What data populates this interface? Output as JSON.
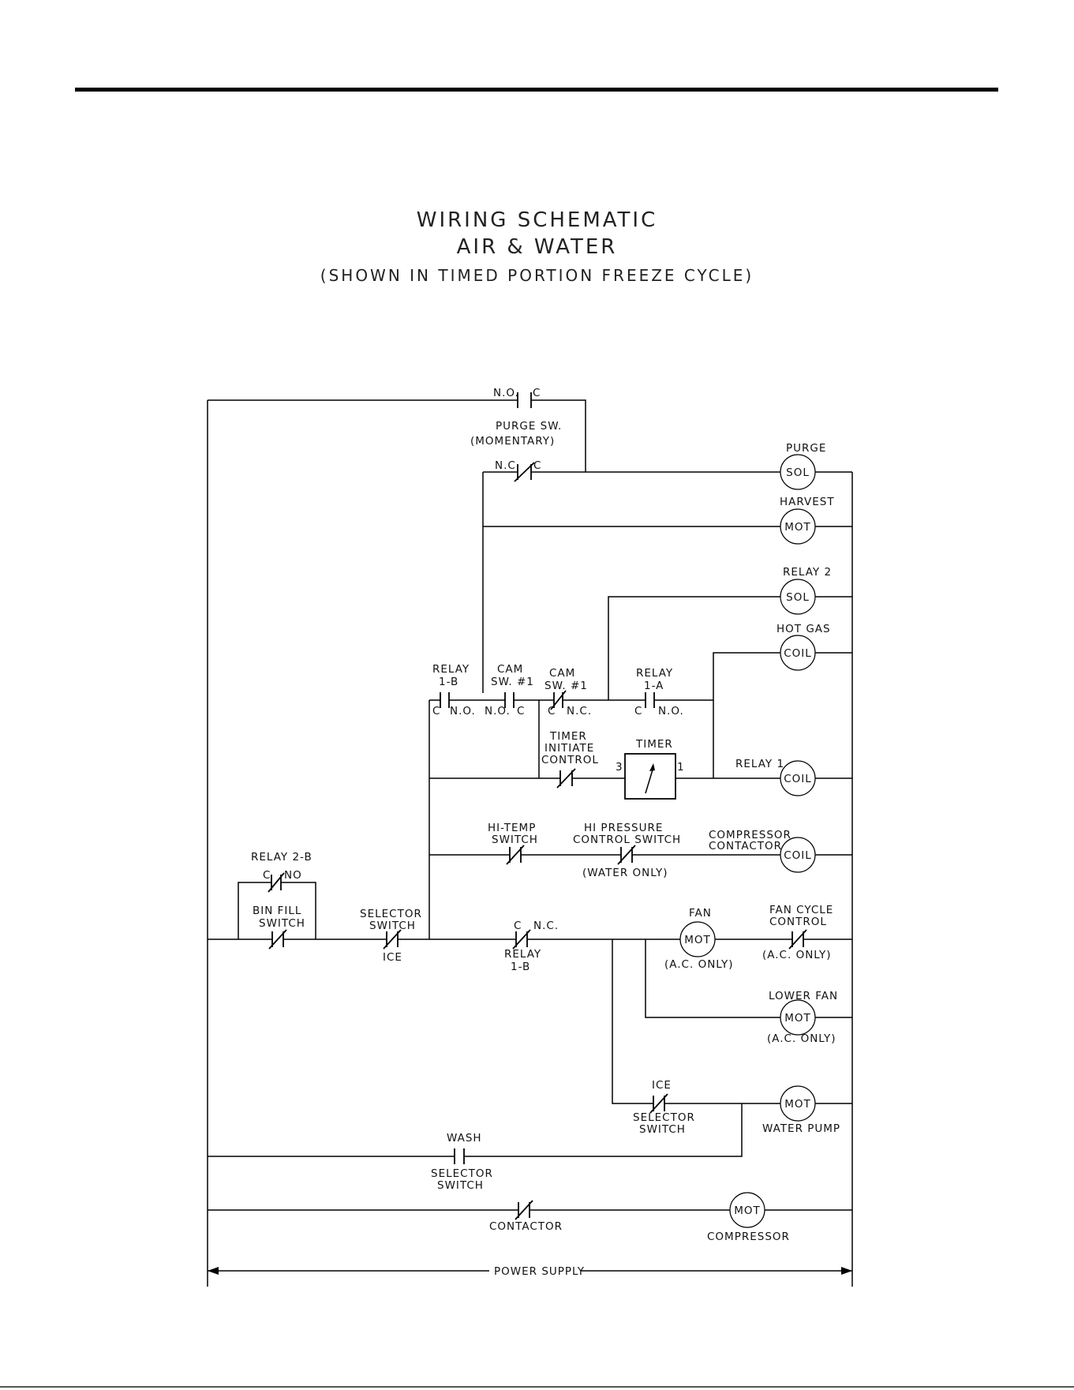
{
  "title": {
    "line1": "WIRING SCHEMATIC",
    "line2": "AIR & WATER",
    "line3": "(SHOWN IN TIMED PORTION FREEZE CYCLE)"
  },
  "labels": {
    "purge_sw_no": "N.O.",
    "purge_sw_c_top": "C",
    "purge_sw_name": "PURGE SW.",
    "purge_sw_momentary": "(MOMENTARY)",
    "purge_sw_nc": "N.C.",
    "purge_sw_c_bot": "C",
    "purge_sol_title": "PURGE",
    "harvest_mot_title": "HARVEST",
    "relay2_sol_title": "RELAY 2",
    "hot_gas_title": "HOT GAS",
    "relay1b_top_l1": "RELAY",
    "relay1b_top_l2": "1-B",
    "relay1b_top_c": "C",
    "relay1b_top_no": "N.O.",
    "cam1_l1": "CAM",
    "cam1_l2": "SW. #1",
    "cam1_no": "N.O.",
    "cam1_c": "C",
    "cam2_l1": "CAM",
    "cam2_l2": "SW. #1",
    "cam2_c": "C",
    "cam2_nc": "N.C.",
    "relay1a_l1": "RELAY",
    "relay1a_l2": "1-A",
    "relay1a_c": "C",
    "relay1a_no": "N.O.",
    "timer_init_l1": "TIMER",
    "timer_init_l2": "INITIATE",
    "timer_init_l3": "CONTROL",
    "timer_title": "TIMER",
    "timer_pin_3": "3",
    "timer_pin_1": "1",
    "relay1_coil_title": "RELAY 1",
    "hitemp_l1": "HI-TEMP",
    "hitemp_l2": "SWITCH",
    "hipress_l1": "HI PRESSURE",
    "hipress_l2": "CONTROL SWITCH",
    "water_only": "(WATER ONLY)",
    "compressor_contactor_l1": "COMPRESSOR",
    "compressor_contactor_l2": "CONTACTOR",
    "relay2b_title": "RELAY 2-B",
    "relay2b_c": "C",
    "relay2b_no": "NO",
    "bin_fill_l1": "BIN FILL",
    "bin_fill_l2": "SWITCH",
    "selector_l1": "SELECTOR",
    "selector_l2": "SWITCH",
    "selector_ice": "ICE",
    "relay1b_bot_c": "C",
    "relay1b_bot_nc": "N.C.",
    "relay1b_bot_l1": "RELAY",
    "relay1b_bot_l2": "1-B",
    "fan_title": "FAN",
    "fan_ac_only": "(A.C. ONLY)",
    "fan_cycle_l1": "FAN CYCLE",
    "fan_cycle_l2": "CONTROL",
    "fan_cycle_ac_only": "(A.C. ONLY)",
    "lower_fan_title": "LOWER FAN",
    "lower_fan_ac_only": "(A.C. ONLY)",
    "ice_sel_ice": "ICE",
    "ice_sel_l1": "SELECTOR",
    "ice_sel_l2": "SWITCH",
    "water_pump_title": "WATER PUMP",
    "wash_title": "WASH",
    "wash_sel_l1": "SELECTOR",
    "wash_sel_l2": "SWITCH",
    "contactor_title": "CONTACTOR",
    "compressor_title": "COMPRESSOR",
    "power_supply": "POWER SUPPLY"
  },
  "component_symbols": {
    "sol": "SOL",
    "mot": "MOT",
    "coil": "COIL"
  }
}
